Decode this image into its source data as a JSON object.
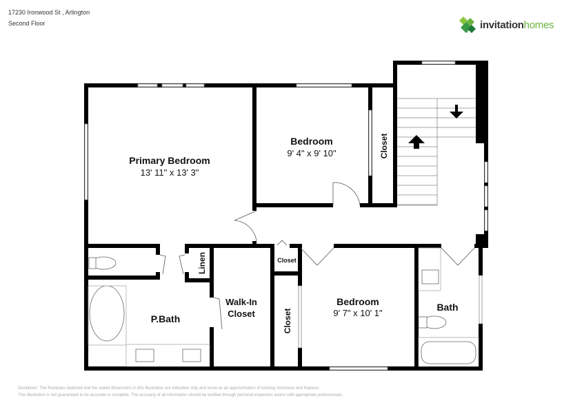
{
  "header": {
    "address": "17230 Ironwood St , Arlington",
    "floor": "Second Floor"
  },
  "logo": {
    "word1": "invitation",
    "word2": "homes",
    "brand_color": "#6bb33f"
  },
  "rooms": [
    {
      "name": "Primary Bedroom",
      "dims": "13' 11\" x 13' 3\""
    },
    {
      "name": "Bedroom",
      "dims": "9' 4\" x 9' 10\""
    },
    {
      "name": "Closet"
    },
    {
      "name": "Linen"
    },
    {
      "name": "Closet"
    },
    {
      "name": "P.Bath"
    },
    {
      "name": "Walk-In",
      "name2": "Closet"
    },
    {
      "name": "Closet"
    },
    {
      "name": "Bedroom",
      "dims": "9' 7\" x 10' 1\""
    },
    {
      "name": "Bath"
    }
  ],
  "disclaimer": {
    "line1": "Disclaimer: The floorplans depicted and the stated dimensions in this illustration are indicative only and serve as an approximation of existing structures and features.",
    "line2": "This illustration is not guaranteed to be accurate or complete. The accuracy of all information should be verified through personal inspection and/or with appropriate professionals."
  }
}
